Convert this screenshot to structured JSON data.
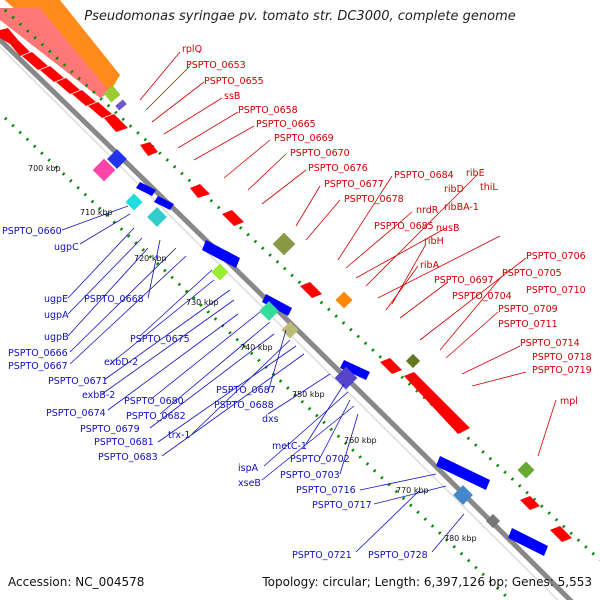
{
  "title": "Pseudomonas syringae pv. tomato str. DC3000, complete genome",
  "footer": {
    "accession": "Accession: NC_004578",
    "topology": "Topology: circular; Length: 6,397,126 bp; Genes: 5,553"
  },
  "colors": {
    "forward": "#ff0000",
    "reverse": "#0000ff",
    "backbone": "#888888",
    "dots": "#008800",
    "label_red": "#d00000",
    "label_blue": "#1010c0"
  },
  "kbp_ticks": [
    "700 kbp",
    "710 kbp",
    "720 kbp",
    "730 kbp",
    "740 kbp",
    "750 kbp",
    "760 kbp",
    "770 kbp",
    "780 kbp"
  ],
  "labels_red": [
    "rplQ",
    "PSPTO_0653",
    "PSPTO_0655",
    "ssB",
    "PSPTO_0658",
    "PSPTO_0665",
    "PSPTO_0669",
    "PSPTO_0670",
    "PSPTO_0676",
    "PSPTO_0677",
    "PSPTO_0678",
    "PSPTO_0684",
    "nrdR",
    "PSPTO_0685",
    "ribE",
    "ribD",
    "ribBA-1",
    "thiL",
    "nusB",
    "ribH",
    "ribA",
    "PSPTO_0697",
    "PSPTO_0704",
    "PSPTO_0706",
    "PSPTO_0705",
    "PSPTO_0710",
    "PSPTO_0709",
    "PSPTO_0711",
    "PSPTO_0714",
    "PSPTO_0718",
    "PSPTO_0719",
    "mpl"
  ],
  "labels_blue": [
    "PSPTO_0660",
    "ugpC",
    "ugpE",
    "PSPTO_0668",
    "ugpA",
    "ugpB",
    "PSPTO_0666",
    "PSPTO_0667",
    "PSPTO_0675",
    "exbD-2",
    "PSPTO_0671",
    "exbB-2",
    "PSPTO_0680",
    "PSPTO_0687",
    "PSPTO_0674",
    "PSPTO_0682",
    "PSPTO_0688",
    "PSPTO_0679",
    "trx-1",
    "PSPTO_0681",
    "PSPTO_0683",
    "dxs",
    "metC-1",
    "PSPTO_0702",
    "ispA",
    "PSPTO_0703",
    "xseB",
    "PSPTO_0716",
    "PSPTO_0717",
    "PSPTO_0721",
    "PSPTO_0728"
  ]
}
